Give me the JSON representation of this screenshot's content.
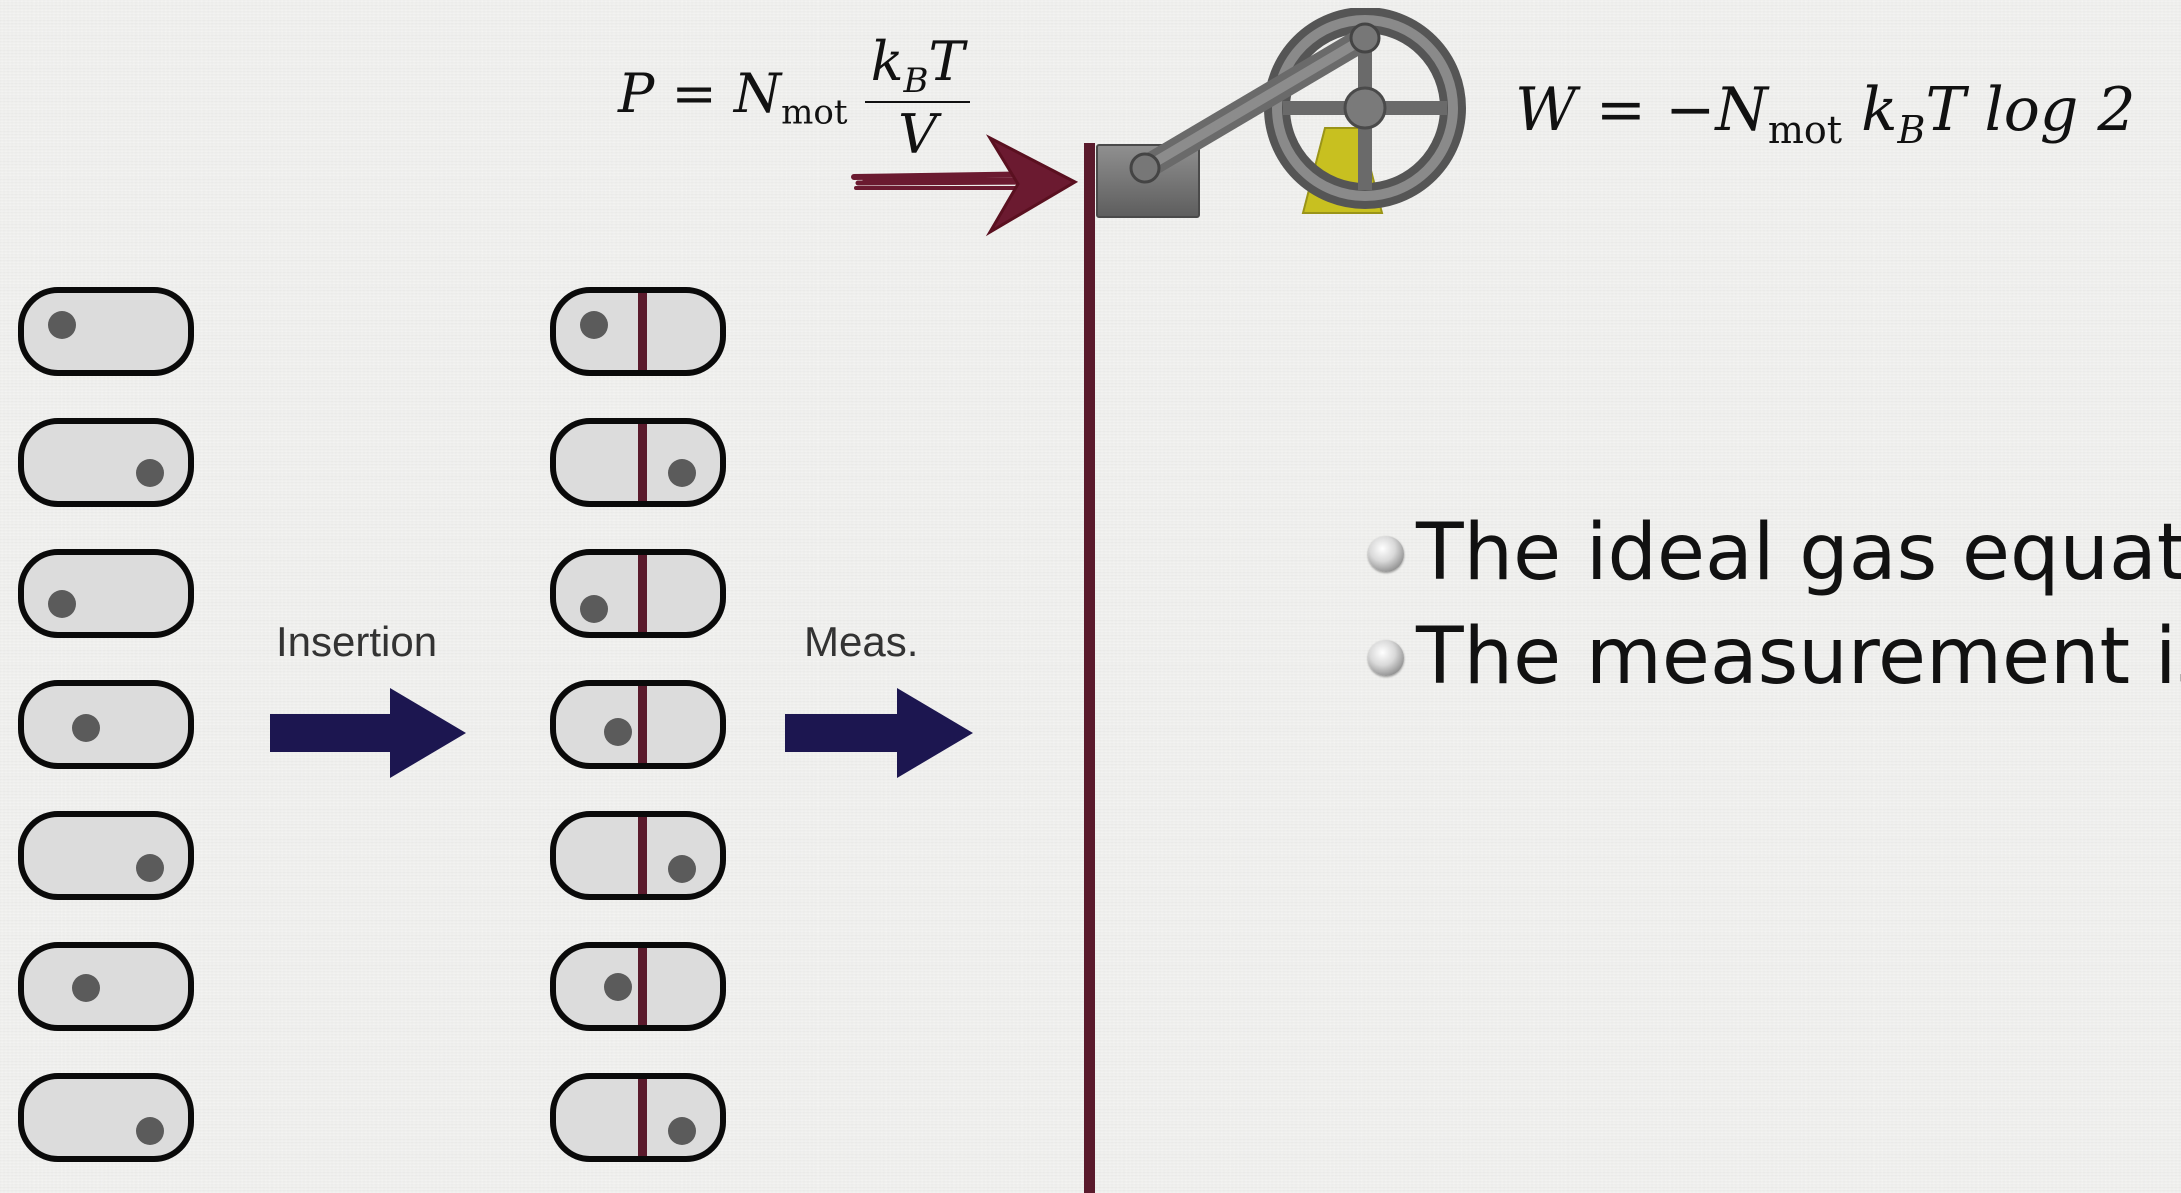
{
  "formulas": {
    "pressure": {
      "lhs": "P = N",
      "lhs_sub": "mot",
      "numerator": "k",
      "numerator_sub": "B",
      "numerator_tail": "T",
      "denominator": "V"
    },
    "work": {
      "text": "W = −N",
      "sub": "mot",
      "k": "k",
      "k_sub": "B",
      "tail": "T log 2"
    }
  },
  "labels": {
    "insertion": "Insertion",
    "measurement": "Meas."
  },
  "bullets": [
    "The ideal gas equatio",
    "The measurement is"
  ],
  "colors": {
    "box_border": "#0a0a0a",
    "box_fill": "#dcdcdc",
    "particle": "#5b5b5b",
    "partition": "#5a1a2c",
    "arrow": "#1c1650",
    "pressure_arrow": "#6b1a30",
    "piston": "#5a1a2c",
    "wheel": "#6a6a6a",
    "wheel_stand": "#c8c020"
  },
  "columns": [
    {
      "name": "before-insertion",
      "particles": [
        "left",
        "right",
        "left",
        "left",
        "right",
        "left",
        "right"
      ]
    },
    {
      "name": "after-insertion",
      "particles": [
        "left",
        "right",
        "left",
        "left",
        "right",
        "left",
        "right"
      ]
    }
  ],
  "icons": [
    "flywheel-icon",
    "pressure-arrow-icon",
    "bullet-icon"
  ]
}
